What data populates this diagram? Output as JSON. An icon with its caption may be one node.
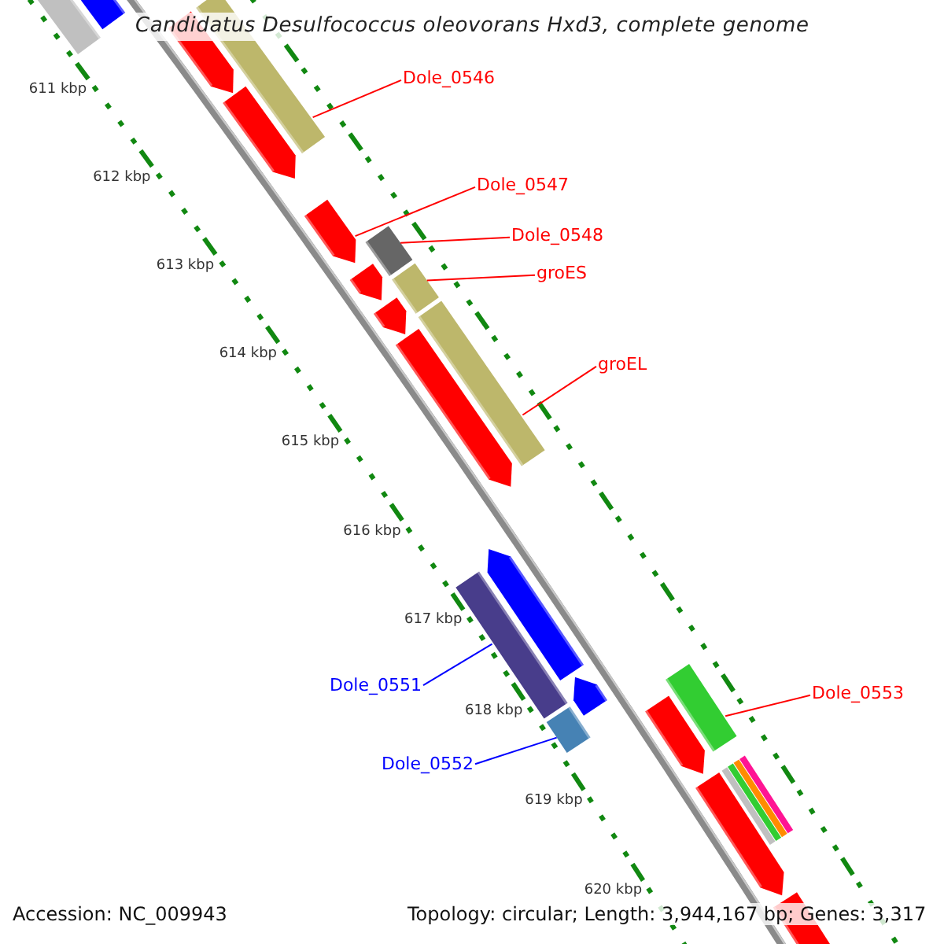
{
  "diagram": {
    "title": "Candidatus Desulfococcus oleovorans Hxd3, complete genome",
    "nodes": [
      {
        "text": [
          "Dole_0546"
        ]
      },
      {
        "text": [
          "Dole_0547"
        ]
      },
      {
        "text": [
          "Dole_0548"
        ]
      },
      {
        "text": [
          "groES"
        ]
      },
      {
        "text": [
          "groEL"
        ]
      },
      {
        "text": [
          "Dole_0551"
        ]
      },
      {
        "text": [
          "Dole_0553"
        ]
      },
      {
        "text": [
          "Dole_0552"
        ]
      },
      {
        "text": [],
        "shape": "bar"
      },
      {
        "text": [],
        "shape": "arrow"
      },
      {
        "text": [],
        "shape": "bar"
      },
      {
        "text": [],
        "shape": "bar"
      },
      {
        "text": [],
        "shape": "bar"
      },
      {
        "text": [],
        "shape": "bar"
      },
      {
        "text": [],
        "shape": "bar"
      },
      {
        "text": [],
        "shape": "bar"
      }
    ],
    "edges": [
      {
        "from": 0,
        "to": 8,
        "arrow": "none"
      },
      {
        "from": 1,
        "to": 9,
        "arrow": "none"
      },
      {
        "from": 2,
        "to": 10,
        "arrow": "none"
      },
      {
        "from": 3,
        "to": 11,
        "arrow": "none"
      },
      {
        "from": 4,
        "to": 12,
        "arrow": "none"
      },
      {
        "from": 5,
        "to": 13,
        "arrow": "none",
        "color": "#0000ff"
      },
      {
        "from": 6,
        "to": 15,
        "arrow": "none"
      },
      {
        "from": 7,
        "to": 14,
        "arrow": "none",
        "color": "#0000ff"
      }
    ],
    "labels": [
      "611 kbp",
      "612 kbp",
      "613 kbp",
      "614 kbp",
      "615 kbp",
      "616 kbp",
      "617 kbp",
      "618 kbp",
      "619 kbp",
      "620 kbp",
      "Accession: NC_009943",
      "Topology: circular; Length: 3,944,167 bp; Genes: 3,317"
    ]
  }
}
